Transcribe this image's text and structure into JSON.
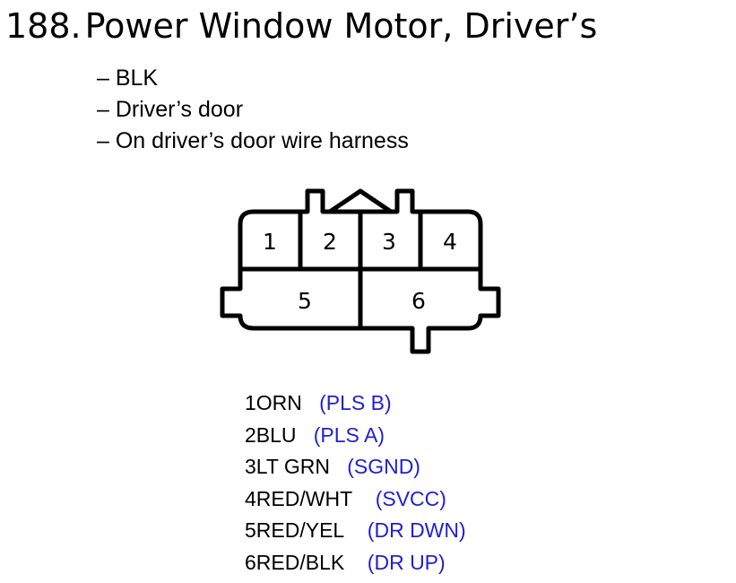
{
  "title": {
    "number": "188.",
    "text": "Power Window Motor, Driver’s"
  },
  "notes": [
    "– BLK",
    "– Driver’s door",
    "– On driver’s door wire harness"
  ],
  "connector": {
    "cells": [
      "1",
      "2",
      "3",
      "4",
      "5",
      "6"
    ]
  },
  "pins": [
    {
      "num": "1",
      "wire": "ORN",
      "signal": "(PLS B)"
    },
    {
      "num": "2",
      "wire": "BLU",
      "signal": "(PLS A)"
    },
    {
      "num": "3",
      "wire": "LT GRN",
      "signal": "(SGND)"
    },
    {
      "num": "4",
      "wire": "RED/WHT",
      "signal": "(SVCC)"
    },
    {
      "num": "5",
      "wire": "RED/YEL",
      "signal": "(DR DWN)"
    },
    {
      "num": "6",
      "wire": "RED/BLK",
      "signal": "(DR UP)"
    }
  ],
  "colors": {
    "signal": "#1f1fd6",
    "line": "#000000"
  }
}
